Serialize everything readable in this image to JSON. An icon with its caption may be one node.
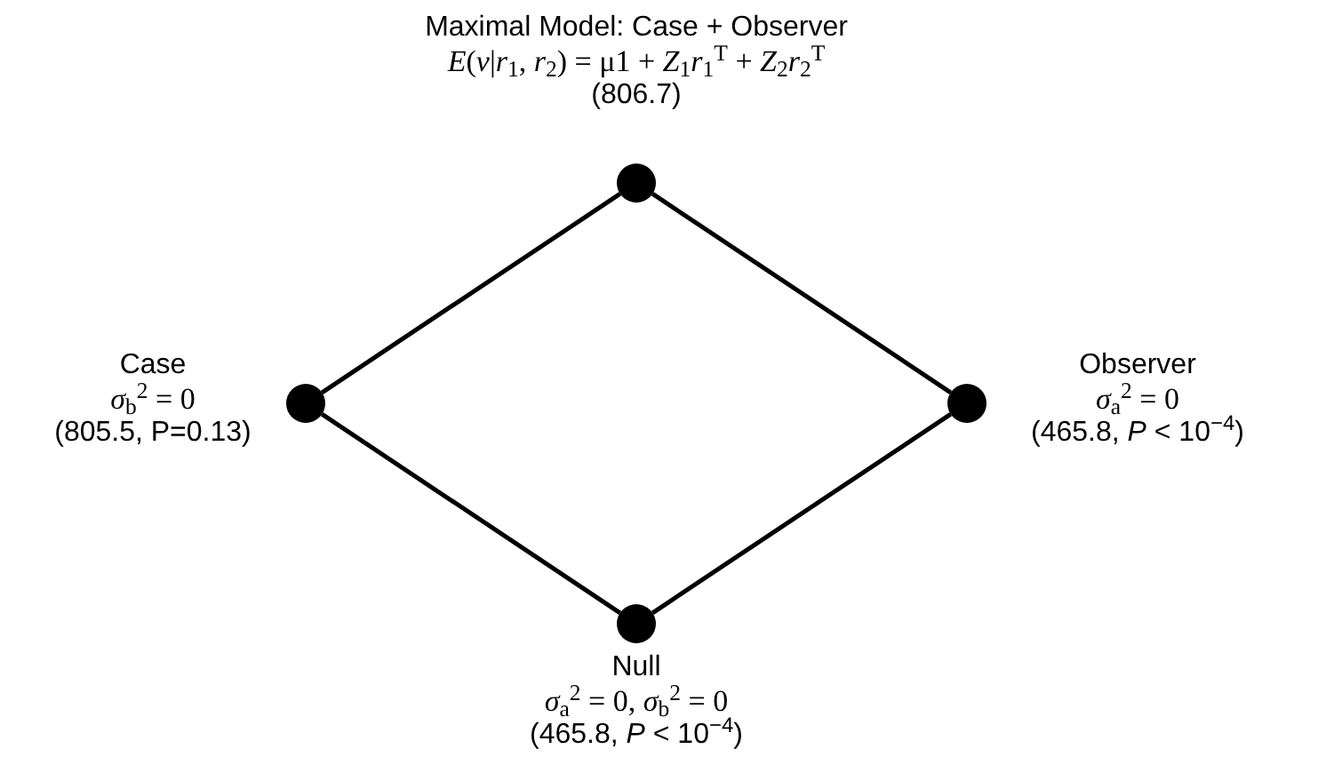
{
  "diagram": {
    "nodes": [
      {
        "text": [],
        "shape": "circle",
        "beside": [
          "Maximal Model: Case + Observer",
          "*E*(*v*|*r*$_{1}$, *r*$_{2}$) = μ1 + *Z*$_{1}$*r*$_{1}$$^{T}$ + *Z*$_{2}$*r*$_{2}$$^{T}$",
          "(806.7)"
        ]
      },
      {
        "text": [],
        "shape": "circle",
        "beside": [
          "Case",
          "*σ*$_{b}$$^{2}$ = 0",
          "(805.5, P=0.13)"
        ]
      },
      {
        "text": [],
        "shape": "circle",
        "beside": [
          "Observer",
          "*σ*$_{a}$$^{2}$ = 0",
          "(465.8, *P* < 10$^{−4}$)"
        ]
      },
      {
        "text": [],
        "shape": "circle",
        "beside": [
          "Null",
          "*σ*$_{a}$$^{2}$ = 0, *σ*$_{b}$$^{2}$ = 0",
          "(465.8, *P* < 10$^{−4}$)"
        ]
      }
    ],
    "edges": [
      {
        "from": 0,
        "to": 1,
        "arrow": "none"
      },
      {
        "from": 0,
        "to": 2,
        "arrow": "none"
      },
      {
        "from": 1,
        "to": 3,
        "arrow": "none"
      },
      {
        "from": 2,
        "to": 3,
        "arrow": "none"
      }
    ]
  }
}
